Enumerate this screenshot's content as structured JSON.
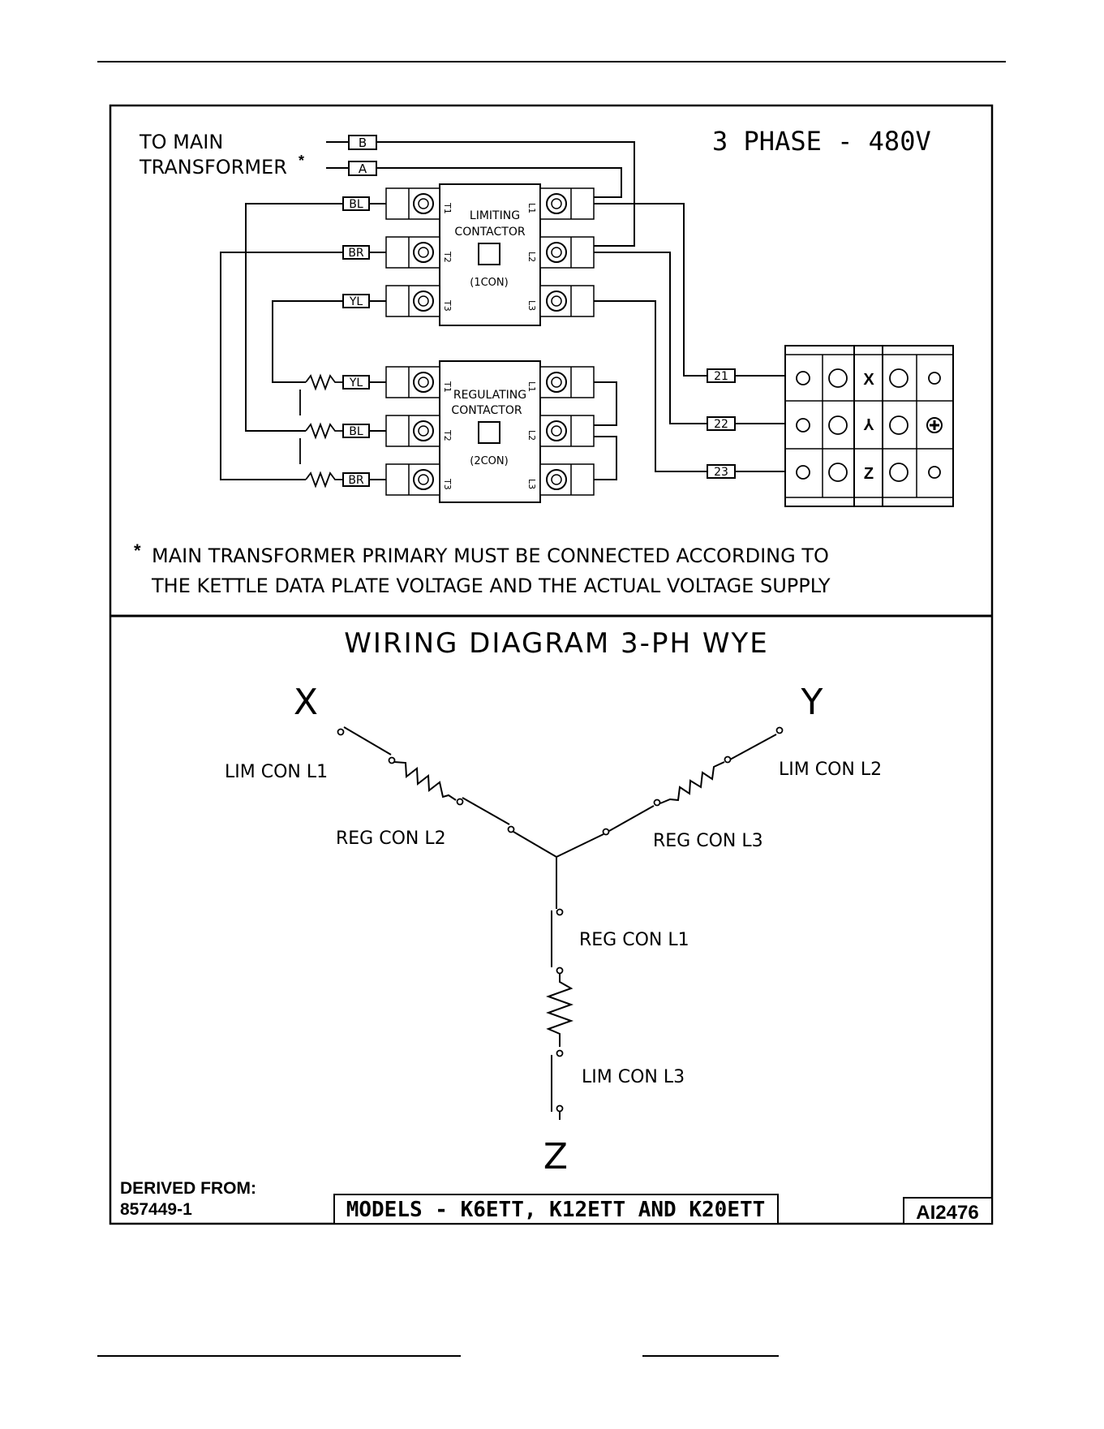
{
  "panel_top": {
    "phase_title": "3 PHASE - 480V",
    "to_main": "TO MAIN",
    "transformer": "TRANSFORMER",
    "asterisk": "*",
    "tag_b": "B",
    "tag_a": "A",
    "limiting_contactor": {
      "line1": "LIMITING",
      "line2": "CONTACTOR",
      "id": "(1CON)",
      "left_tags": [
        "BL",
        "BR",
        "YL"
      ],
      "left_terms": [
        "T1",
        "T2",
        "T3"
      ],
      "right_terms": [
        "L1",
        "L2",
        "L3"
      ]
    },
    "regulating_contactor": {
      "line1": "REGULATING",
      "line2": "CONTACTOR",
      "id": "(2CON)",
      "left_tags": [
        "YL",
        "BL",
        "BR"
      ],
      "left_terms": [
        "T1",
        "T2",
        "T3"
      ],
      "right_terms": [
        "L1",
        "L2",
        "L3"
      ]
    },
    "wire_tags": [
      "21",
      "22",
      "23"
    ],
    "terminal_letters": [
      "X",
      "Y",
      "Z"
    ],
    "note_line1": "MAIN TRANSFORMER PRIMARY MUST BE CONNECTED ACCORDING TO",
    "note_line2": "THE KETTLE DATA PLATE VOLTAGE AND THE ACTUAL VOLTAGE SUPPLY"
  },
  "panel_bottom": {
    "title": "WIRING DIAGRAM 3-PH WYE",
    "node_x": "X",
    "node_y": "Y",
    "node_z": "Z",
    "lim_con_l1": "LIM CON L1",
    "reg_con_l2": "REG CON L2",
    "lim_con_l2": "LIM CON L2",
    "reg_con_l3": "REG CON L3",
    "reg_con_l1": "REG CON L1",
    "lim_con_l3": "LIM CON L3"
  },
  "footer": {
    "derived_from": "DERIVED FROM:",
    "derived_number": "857449-1",
    "models": "MODELS - K6ETT, K12ETT AND K20ETT",
    "drawing_id": "AI2476"
  }
}
